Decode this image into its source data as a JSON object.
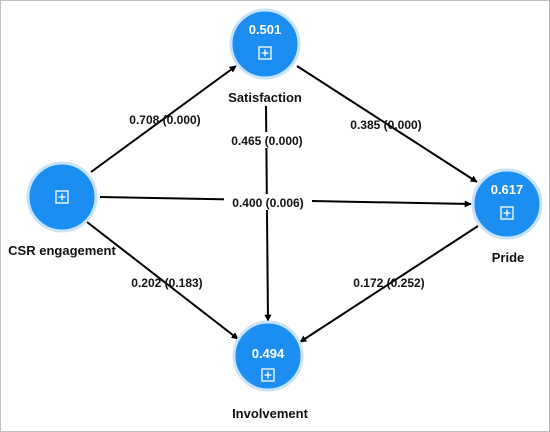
{
  "nodes": {
    "csr": {
      "label": "CSR engagement",
      "value": ""
    },
    "satisfaction": {
      "label": "Satisfaction",
      "value": "0.501"
    },
    "pride": {
      "label": "Pride",
      "value": "0.617"
    },
    "involvement": {
      "label": "Involvement",
      "value": "0.494"
    }
  },
  "edges": {
    "csr_satisfaction": "0.708 (0.000)",
    "satisfaction_pride": "0.385 (0.000)",
    "satisfaction_involvement": "0.465 (0.000)",
    "csr_pride": "0.400 (0.006)",
    "csr_involvement": "0.202 (0.183)",
    "pride_involvement": "0.172 (0.252)"
  },
  "colors": {
    "node": "#1c8ef2",
    "arrow": "#000000"
  },
  "icons": {
    "node_toggle": "plus-square-icon"
  }
}
